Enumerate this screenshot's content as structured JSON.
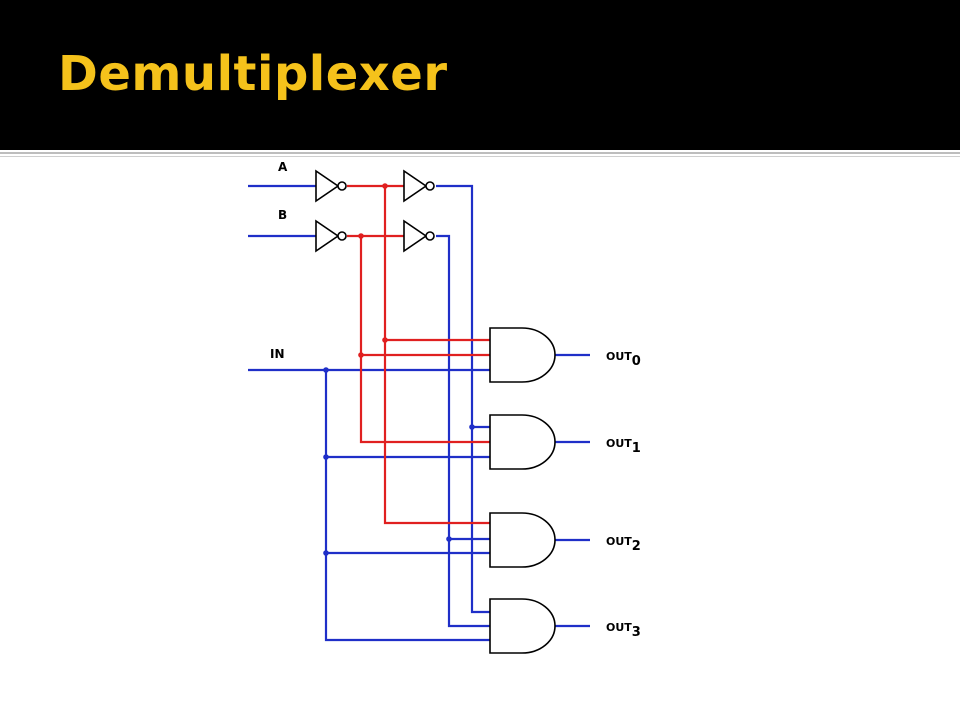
{
  "slide": {
    "title": "Demultiplexer",
    "title_color": "#f5c21b",
    "header_background": "#000000"
  },
  "diagram": {
    "inputs": {
      "a": "A",
      "b": "B",
      "in": "IN"
    },
    "outputs": [
      {
        "base": "OUT",
        "sub": "0"
      },
      {
        "base": "OUT",
        "sub": "1"
      },
      {
        "base": "OUT",
        "sub": "2"
      },
      {
        "base": "OUT",
        "sub": "3"
      }
    ],
    "colors": {
      "wire_primary": "#1f2fc8",
      "wire_inverted": "#e02020",
      "gate_outline": "#000000"
    },
    "components": {
      "not_gates": 4,
      "and_gates": 4
    }
  }
}
